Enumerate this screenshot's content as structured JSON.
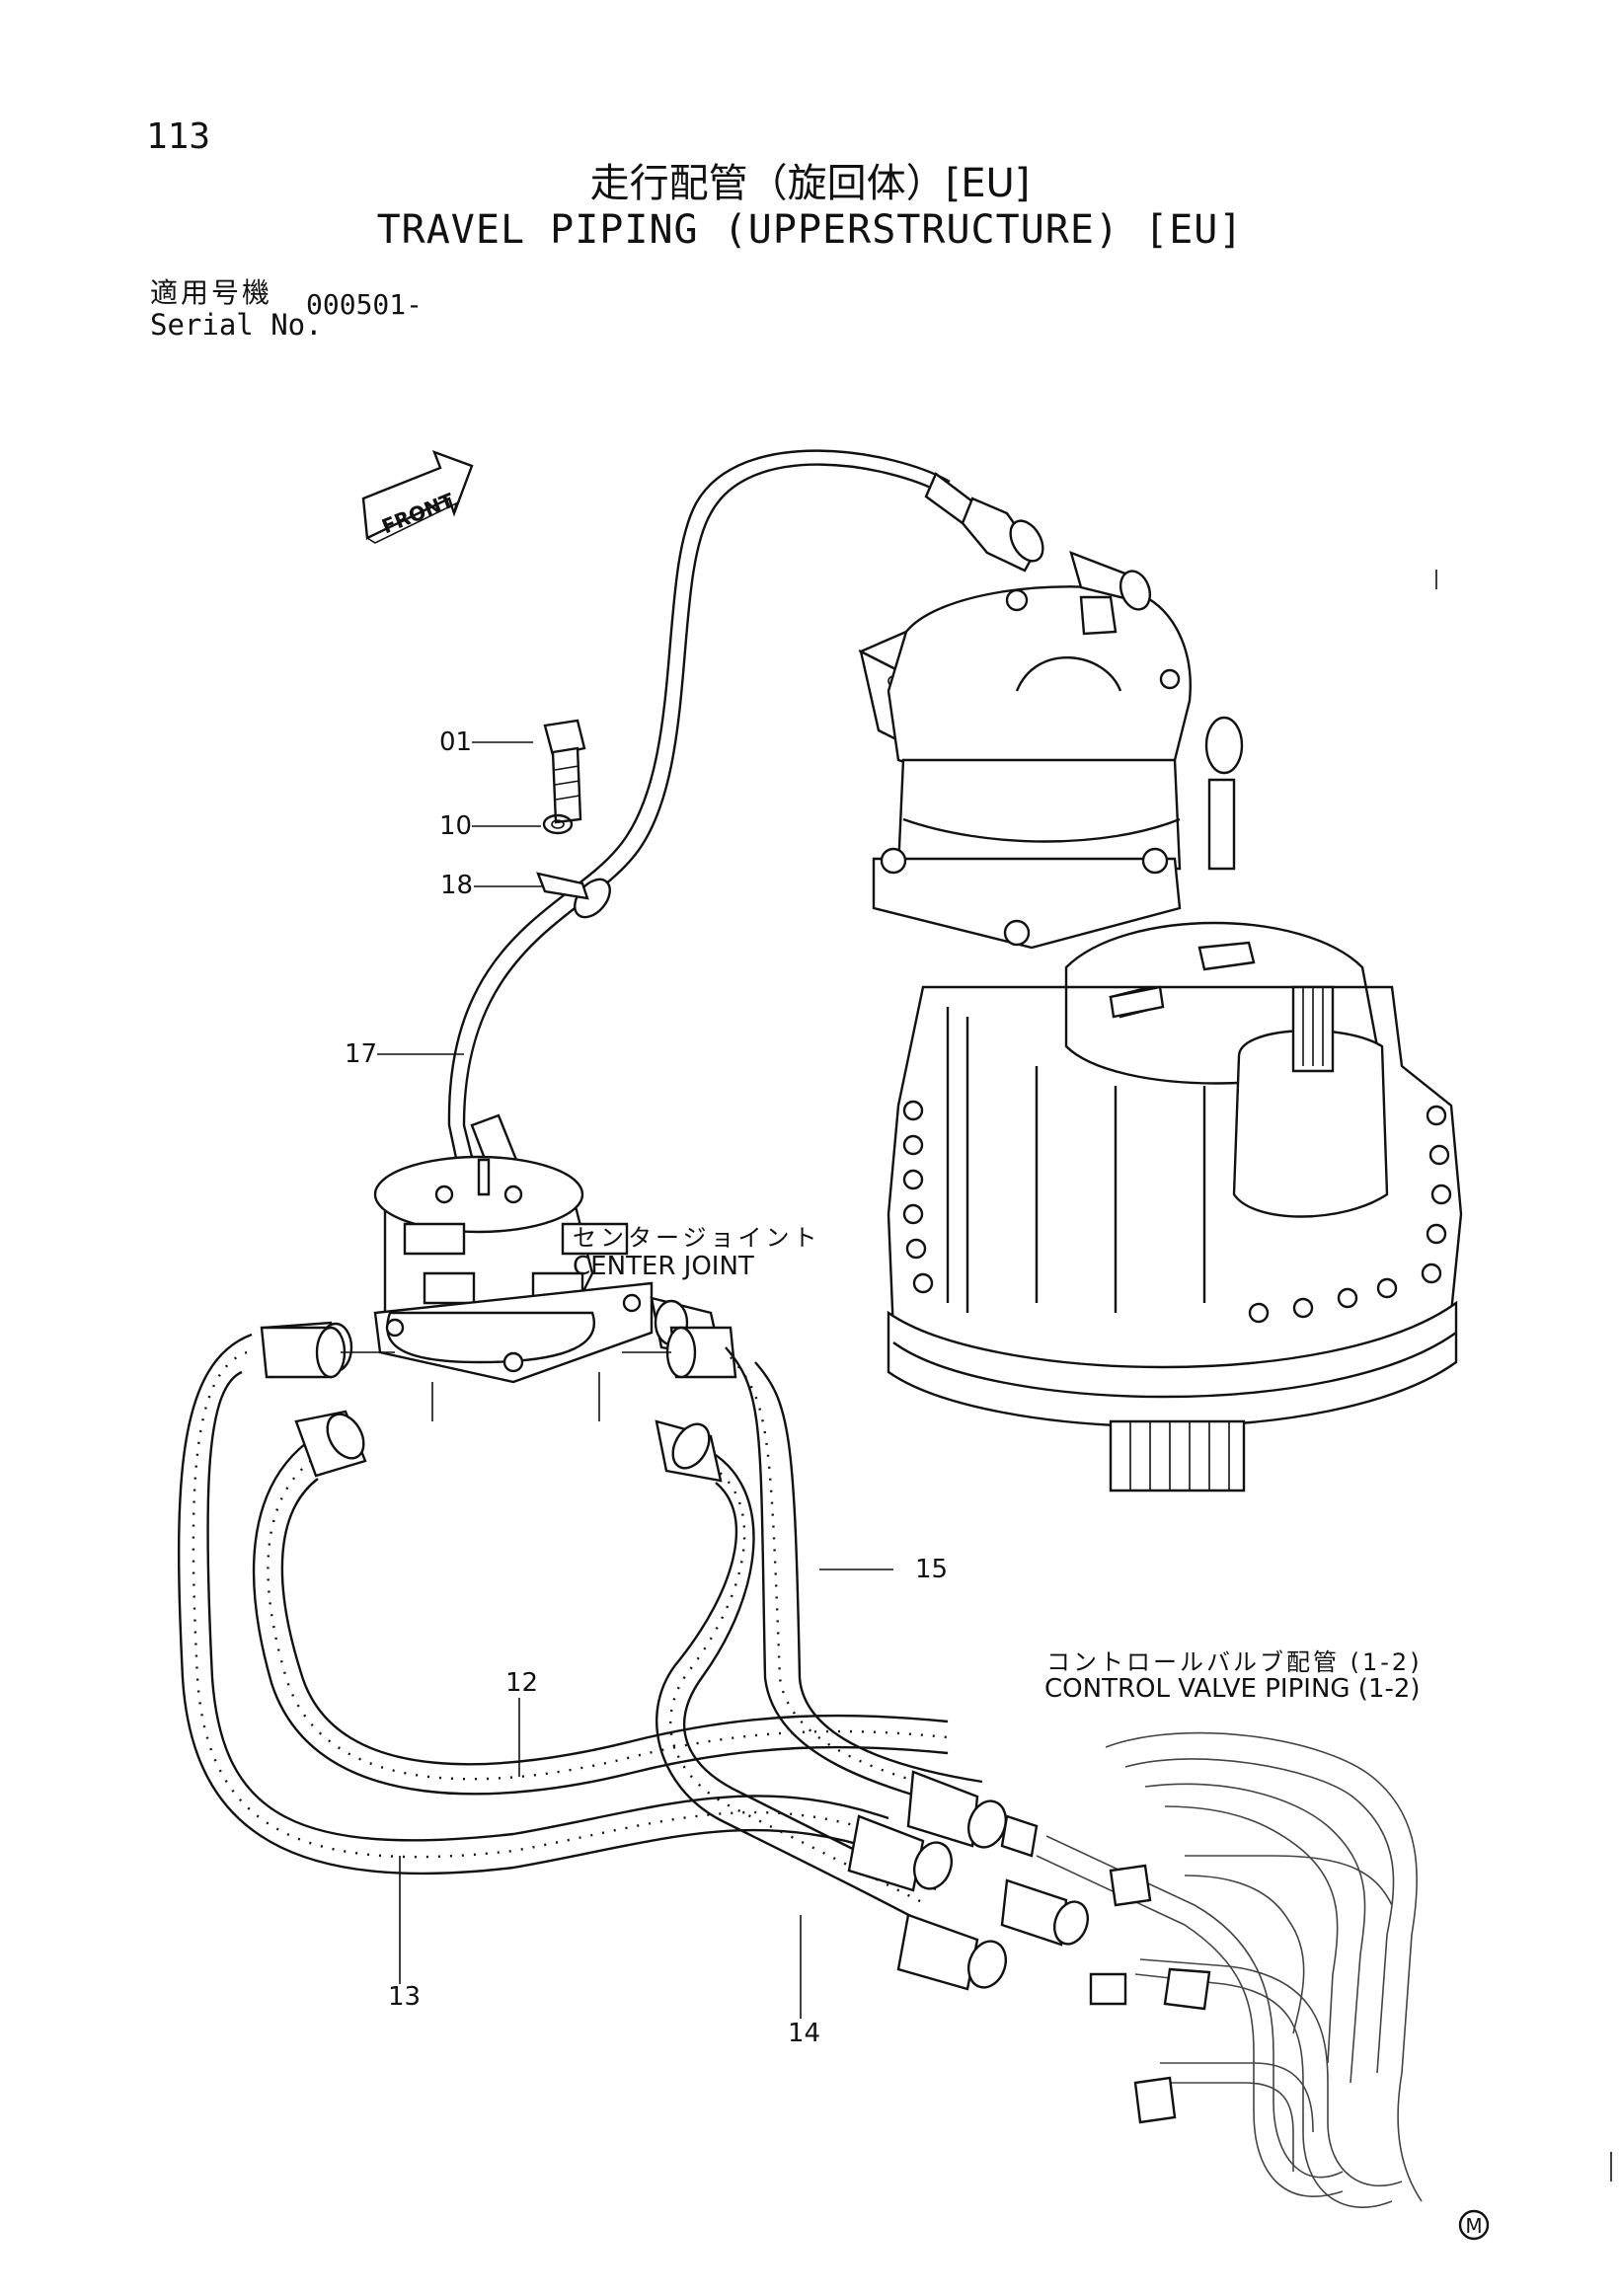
{
  "page_number": "113",
  "title_ja": "走行配管（旋回体）[EU]",
  "title_en": "TRAVEL PIPING (UPPERSTRUCTURE) [EU]",
  "serial": {
    "label_ja": "適用号機",
    "label_en": "Serial No.",
    "value": "000501-"
  },
  "front_label": "FRONT",
  "parts": [
    "01",
    "10",
    "18",
    "17",
    "15",
    "12",
    "13",
    "14"
  ],
  "callouts": {
    "center_joint_ja": "センタージョイント",
    "center_joint_en": "CENTER JOINT",
    "control_valve_ja": "コントロールバルブ配管 (1-2)",
    "control_valve_en": "CONTROL VALVE PIPING (1-2)"
  },
  "mark": "M"
}
